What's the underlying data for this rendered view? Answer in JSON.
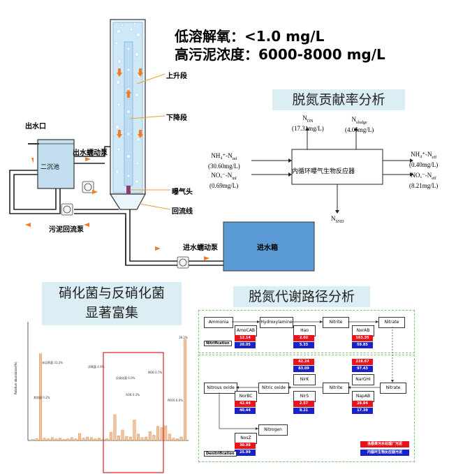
{
  "reactor_notes": {
    "line1": "低溶解氧：<1.0 mg/L",
    "line2": "高污泥浓度：6000-8000 mg/L"
  },
  "reactor_labels": {
    "outlet": "出水口",
    "clarifier": "二沉池",
    "outlet_pump": "出水蠕动泵",
    "riser": "上升段",
    "downcomer": "下降段",
    "aerator": "曝气头",
    "return_line": "回流线",
    "sludge_pump": "污泥回流泵",
    "inlet_pump": "进水蠕动泵",
    "inlet_tank": "进水箱"
  },
  "nitrogen_analysis": {
    "title": "脱氮贡献率分析",
    "reactor": "内循环曝气生物反应器",
    "n_dn": "N",
    "n_dn_sub": "DN",
    "n_dn_val": "(17.31mg/L)",
    "n_sludge": "N",
    "n_sludge_sub": "sludge",
    "n_sludge_val": "(4.06mg/L)",
    "nh4_inf": "NH₄⁺-N",
    "nh4_inf_sub": "inf",
    "nh4_inf_val": "(30.60mg/L)",
    "nox_inf": "NOₓ⁻-N",
    "nox_inf_sub": "inf",
    "nox_inf_val": "(0.69mg/L)",
    "nh4_eff": "NH₄⁺-N",
    "nh4_eff_sub": "eff",
    "nh4_eff_val": "(0.40mg/L)",
    "nox_eff": "NOₓ⁻-N",
    "nox_eff_sub": "eff",
    "nox_eff_val": "(8.21mg/L)",
    "n_snd": "N",
    "n_snd_sub": "SND"
  },
  "enrichment": {
    "title_line1": "硝化菌与反硝化菌",
    "title_line2": "显著富集"
  },
  "metabolic": {
    "title": "脱氮代谢路径分析",
    "nodes": {
      "ammonia": "Ammonia",
      "hydroxylamine": "Hydroxylamine",
      "nitrite_top": "Nitrite",
      "nitrate_top": "Nitrate",
      "nitrous_oxide": "Nitrous oxide",
      "nitric_oxide": "Nitric oxide",
      "nitrite_mid": "Nitrite",
      "nitrate_mid": "Nitrate",
      "nitrogen": "Nitrogen"
    },
    "genes": {
      "amo": "AmoCAB",
      "hao": "Hao",
      "nxr": "NxrAB",
      "nirk": "NirK",
      "nirs": "NirS",
      "narghi": "NarGHI",
      "napab": "NapAB",
      "norbc": "NorBC",
      "nosz": "NosZ"
    },
    "values": {
      "amo": [
        "12.14",
        "20.05"
      ],
      "hao": [
        "2.02",
        "5.33"
      ],
      "nxr": [
        "163.35",
        "59.85"
      ],
      "nirk": [
        "42.24",
        "83.09"
      ],
      "nirs": [
        "2.57",
        "8.21"
      ],
      "narghi": [
        "218.67",
        "97.43"
      ],
      "napab": [
        "28.84",
        "17.39"
      ],
      "norbc": [
        "42.44",
        "40.44"
      ],
      "nosz": [
        "30.98",
        "25.99"
      ]
    },
    "nitrification_label": "Nitrification",
    "denitrification_label": "Denitrification",
    "legend": [
      "洛惠莱污水处理厂污泥",
      "内循环生物反应器污泥"
    ],
    "colors": {
      "red": "#e8141b",
      "blue": "#1822c8",
      "frame": "#7cc576"
    }
  },
  "chart_data": {
    "type": "bar",
    "ylabel": "Relative abundance(%)",
    "annotations": [
      "未培养菌 31.2%",
      "厌氧菌 4.9%",
      "反硝化菌 6.0%",
      "AOB 0.3%",
      "NOB 0.7%",
      "PAOS 6.0%",
      "其他菌 0.2%",
      "38.2%"
    ],
    "values": [
      0.2,
      0.3,
      14.8,
      0.4,
      0.3,
      0.5,
      0.3,
      0.4,
      0.2,
      0.3,
      0.5,
      0.3,
      1.2,
      0.4,
      0.6,
      0.5,
      0.3,
      0.4,
      0.2,
      0.3,
      1.4,
      4.4,
      0.8,
      1.8,
      0.7,
      0.6,
      3.5,
      1.1,
      0.5,
      0.6,
      1.5,
      0.9,
      2.4,
      2.2,
      2.5,
      1.1,
      0.4,
      0.3,
      0.6,
      17.3
    ]
  }
}
